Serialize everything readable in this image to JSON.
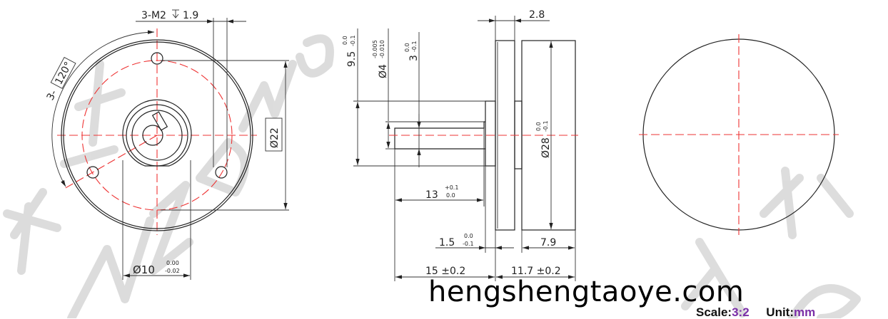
{
  "watermark": {
    "latin": "WZD MOTOR",
    "cjk": "万至达电机"
  },
  "front_view": {
    "thread_label": "3-M2",
    "thread_depth": "1.9",
    "angle_prefix": "3-",
    "angle_value": "120°",
    "pcd_label": "Ø22",
    "hub_dia": "Ø10",
    "hub_tol_upper": "0.00",
    "hub_tol_lower": "-0.02"
  },
  "side_view": {
    "flange_h": "9.5",
    "flange_h_up": "0.0",
    "flange_h_lo": "-0.1",
    "shaft_dia": "Ø4",
    "shaft_dia_up": "-0.005",
    "shaft_dia_lo": "-0.010",
    "flat": "3",
    "flat_up": "0.0",
    "flat_lo": "-0.1",
    "plate_thk": "2.8",
    "body_dia": "Ø28",
    "body_dia_up": "0.0",
    "body_dia_lo": "-0.1",
    "shaft_len": "13",
    "shaft_len_up": "+0.1",
    "shaft_len_lo": "0.0",
    "hub_len": "1.5",
    "hub_len_up": "0.0",
    "hub_len_lo": "-0.1",
    "body_len": "7.9",
    "total_shaft": "15 ±0.2",
    "total_body": "11.7 ±0.2"
  },
  "footer": {
    "website": "hengshengtaoye.com",
    "scale_label": "Scale:",
    "scale_value": "3:2",
    "unit_label": "Unit:",
    "unit_value": "mm",
    "accent_color": "#7b2fa8"
  }
}
